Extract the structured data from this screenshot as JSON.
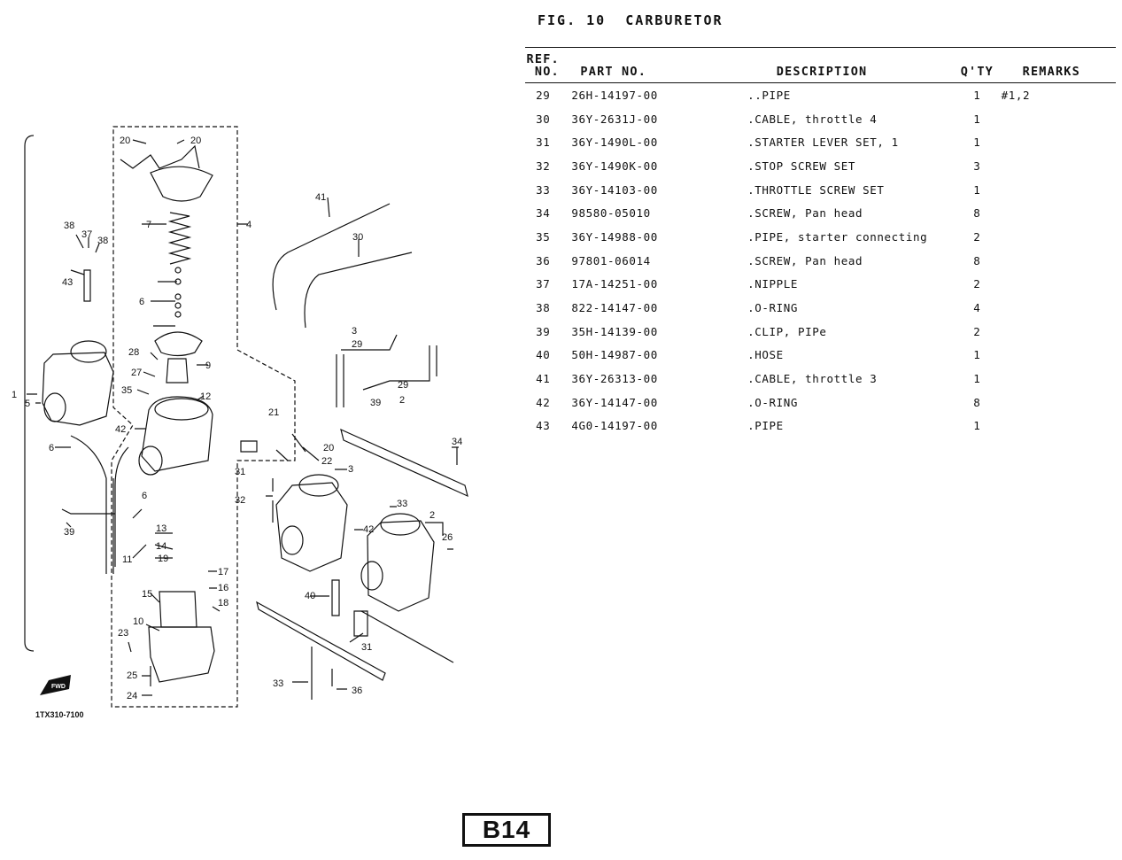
{
  "header": {
    "fig_label": "FIG. 10",
    "title": "CARBURETOR"
  },
  "table": {
    "columns": {
      "ref_line1": "REF.",
      "ref_line2": "NO.",
      "part_no": "PART NO.",
      "description": "DESCRIPTION",
      "qty": "Q'TY",
      "remarks": "REMARKS"
    },
    "rows": [
      {
        "ref": "29",
        "part_no": "26H-14197-00",
        "description": "..PIPE",
        "qty": "1",
        "remarks": "#1,2"
      },
      {
        "ref": "30",
        "part_no": "36Y-2631J-00",
        "description": ".CABLE, throttle 4",
        "qty": "1",
        "remarks": ""
      },
      {
        "ref": "31",
        "part_no": "36Y-1490L-00",
        "description": ".STARTER LEVER SET, 1",
        "qty": "1",
        "remarks": ""
      },
      {
        "ref": "32",
        "part_no": "36Y-1490K-00",
        "description": ".STOP SCREW SET",
        "qty": "3",
        "remarks": ""
      },
      {
        "ref": "33",
        "part_no": "36Y-14103-00",
        "description": ".THROTTLE SCREW SET",
        "qty": "1",
        "remarks": ""
      },
      {
        "ref": "34",
        "part_no": "98580-05010",
        "description": ".SCREW, Pan head",
        "qty": "8",
        "remarks": ""
      },
      {
        "ref": "35",
        "part_no": "36Y-14988-00",
        "description": ".PIPE, starter connecting",
        "qty": "2",
        "remarks": ""
      },
      {
        "ref": "36",
        "part_no": "97801-06014",
        "description": ".SCREW, Pan head",
        "qty": "8",
        "remarks": ""
      },
      {
        "ref": "37",
        "part_no": "17A-14251-00",
        "description": ".NIPPLE",
        "qty": "2",
        "remarks": ""
      },
      {
        "ref": "38",
        "part_no": "822-14147-00",
        "description": ".O-RING",
        "qty": "4",
        "remarks": ""
      },
      {
        "ref": "39",
        "part_no": "35H-14139-00",
        "description": ".CLIP, PIPe",
        "qty": "2",
        "remarks": ""
      },
      {
        "ref": "40",
        "part_no": "50H-14987-00",
        "description": ".HOSE",
        "qty": "1",
        "remarks": ""
      },
      {
        "ref": "41",
        "part_no": "36Y-26313-00",
        "description": ".CABLE, throttle 3",
        "qty": "1",
        "remarks": ""
      },
      {
        "ref": "42",
        "part_no": "36Y-14147-00",
        "description": ".O-RING",
        "qty": "8",
        "remarks": ""
      },
      {
        "ref": "43",
        "part_no": "4G0-14197-00",
        "description": ".PIPE",
        "qty": "1",
        "remarks": ""
      }
    ]
  },
  "diagram": {
    "code": "1TX310-7100",
    "callouts": {
      "c1": "1",
      "c2": "2",
      "c3": "3",
      "c4": "4",
      "c5": "5",
      "c6": "6",
      "c7": "7",
      "c9": "9",
      "c10": "10",
      "c11": "11",
      "c12": "12",
      "c13": "13",
      "c14": "14",
      "c15": "15",
      "c16": "16",
      "c17": "17",
      "c18": "18",
      "c19": "19",
      "c20": "20",
      "c21": "21",
      "c22": "22",
      "c23": "23",
      "c24": "24",
      "c25": "25",
      "c26": "26",
      "c27": "27",
      "c28": "28",
      "c29": "29",
      "c30": "30",
      "c31": "31",
      "c32": "32",
      "c33": "33",
      "c34": "34",
      "c35": "35",
      "c36": "36",
      "c37": "37",
      "c38": "38",
      "c39": "39",
      "c40": "40",
      "c41": "41",
      "c42": "42",
      "c43": "43"
    },
    "fwd_label": "FWD"
  },
  "page_badge": "B14"
}
